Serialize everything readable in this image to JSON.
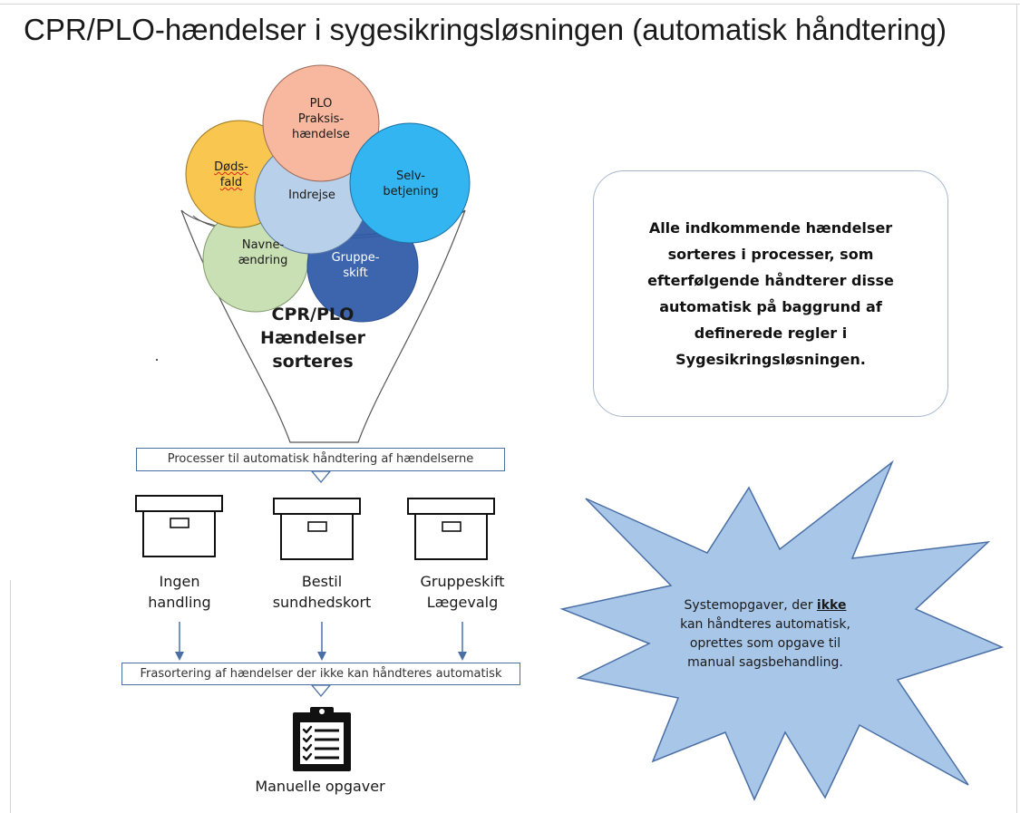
{
  "title": "CPR/PLO-hændelser i sygesikringsløsningen (automatisk håndtering)",
  "bubbles": {
    "plo": [
      "PLO",
      "Praksis-",
      "hændelse"
    ],
    "dodsfald": [
      "Døds-",
      "fald"
    ],
    "indrejse": "Indrejse",
    "selvbetjening": [
      "Selv-",
      "betjening"
    ],
    "navneaendring": [
      "Navne-",
      "ændring"
    ],
    "gruppeskift": [
      "Gruppe-",
      "skift"
    ]
  },
  "funnel_label": [
    "CPR/PLO",
    "Hændelser",
    "sorteres"
  ],
  "process_bar": "Processer til automatisk håndtering af hændelserne",
  "boxes": [
    [
      "Ingen",
      "handling"
    ],
    [
      "Bestil",
      "sundhedskort"
    ],
    [
      "Gruppeskift",
      "Lægevalg"
    ]
  ],
  "filter_bar": "Frasortering af hændelser der ikke kan håndteres automatisk",
  "manual_label": "Manuelle opgaver",
  "info_box": "Alle indkommende hændelser sorteres i processer, som efterfølgende håndterer disse automatisk på baggrund af definerede regler i Sygesikringsløsningen.",
  "star": {
    "before": "Systemopgaver, der",
    "emphasis": "ikke",
    "after": "kan håndteres automatisk, oprettes som opgave til manual sagsbehandling."
  },
  "colors": {
    "plo": "#F8B8A0",
    "dodsfald": "#F9C74F",
    "indrejse": "#B9D0EA",
    "selvbetjening": "#33B5F2",
    "navneaendring": "#C9DFB4",
    "gruppeskift": "#2E59A8",
    "star": "#A8C6E8",
    "arrow": "#4a6fa5"
  }
}
